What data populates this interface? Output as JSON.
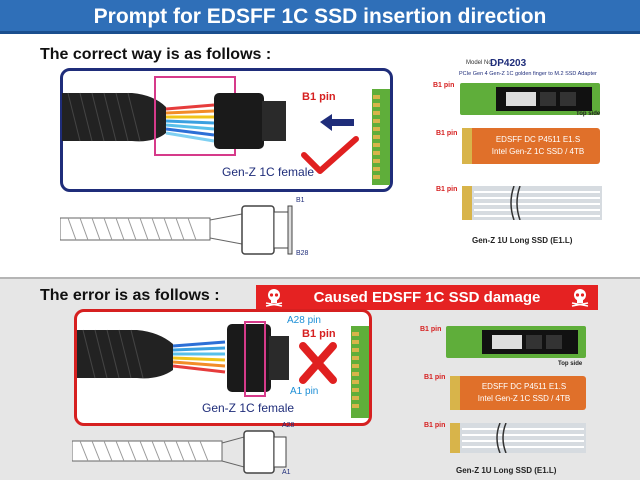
{
  "title": "Prompt for EDSFF 1C SSD insertion direction",
  "correct": {
    "heading": "The correct way is as follows :",
    "pin_label": "B1 pin",
    "connector_label": "Gen-Z 1C female",
    "drawing_pin_top": "B1",
    "drawing_pin_bottom": "B28"
  },
  "error": {
    "heading": "The error is as follows :",
    "banner": "Caused EDSFF 1C SSD damage",
    "pin_a28": "A28 pin",
    "pin_b1": "B1 pin",
    "pin_a1": "A1 pin",
    "connector_label": "Gen-Z 1C female",
    "drawing_pin_top": "A28",
    "drawing_pin_bottom": "A1"
  },
  "products_top": {
    "model_prefix": "Model No.",
    "model": "DP4203",
    "adapter_desc": "PCIe Gen 4 Gen-Z 1C golden finger to M.2 SSD Adapter",
    "b1_pin": "B1 pin",
    "top_side": "Top side",
    "ssd_line1": "EDSFF DC P4511 E1.S",
    "ssd_line2": "Intel Gen-Z 1C SSD / 4TB",
    "long_ssd": "Gen-Z 1U Long SSD (E1.L)"
  },
  "products_bottom": {
    "b1_pin": "B1 pin",
    "top_side": "Top side",
    "ssd_line1": "EDSFF DC P4511 E1.S",
    "ssd_line2": "Intel Gen-Z 1C SSD / 4TB",
    "long_ssd": "Gen-Z 1U Long SSD (E1.L)"
  },
  "colors": {
    "banner": "#2f6fb8",
    "frame_correct": "#1f2d7a",
    "frame_error": "#d62020",
    "connector_magenta": "#d63a8a",
    "check_red": "#e02020",
    "pcb_green": "#5fae3a",
    "ssd_orange": "#e0702a"
  }
}
